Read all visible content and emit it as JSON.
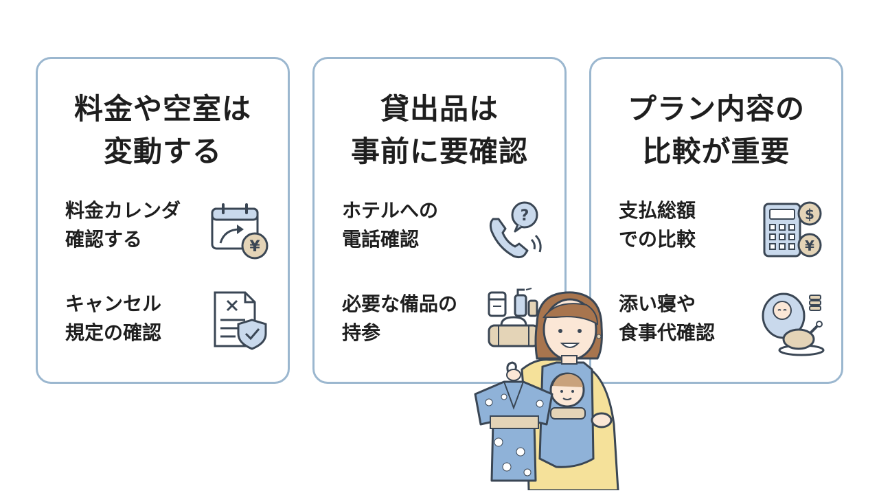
{
  "cards": [
    {
      "title": [
        "料金や空室は",
        "変動する"
      ],
      "items": [
        {
          "lines": [
            "料金カレンダ",
            "確認する"
          ],
          "icon": "calendar-yen-icon"
        },
        {
          "lines": [
            "キャンセル",
            "規定の確認"
          ],
          "icon": "document-shield-icon"
        }
      ]
    },
    {
      "title": [
        "貸出品は",
        "事前に要確認"
      ],
      "items": [
        {
          "lines": [
            "ホテルへの",
            "電話確認"
          ],
          "icon": "phone-question-icon"
        },
        {
          "lines": [
            "必要な備品の",
            "持参"
          ],
          "icon": "towel-bottles-bag-icon"
        }
      ]
    },
    {
      "title": [
        "プラン内容の",
        "比較が重要"
      ],
      "items": [
        {
          "lines": [
            "支払総額",
            "での比較"
          ],
          "icon": "calculator-coins-icon"
        },
        {
          "lines": [
            "添い寝や",
            "食事代確認"
          ],
          "icon": "baby-meal-icon"
        }
      ]
    }
  ],
  "symbols": {
    "yen": "¥",
    "dollar": "$",
    "question": "?"
  },
  "colors": {
    "card_border": "#9bb7cf",
    "icon_blue": "#c9d9ec",
    "icon_stroke": "#3a4654",
    "coin": "#e4d4b7",
    "yukata": "#8fb2d8",
    "cardigan": "#f5e19a"
  }
}
